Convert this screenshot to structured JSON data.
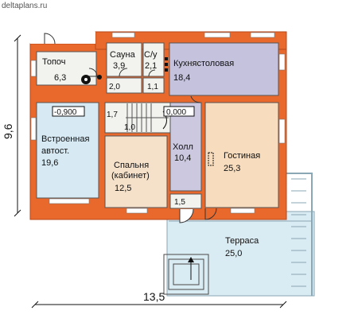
{
  "site_label": "deltaplans.ru",
  "colors": {
    "wall": "#e9692c",
    "wall_edge": "#b8471a",
    "garage": "#d7eaf4",
    "kitchen": "#c4c2dd",
    "living": "#f7dcbd",
    "bedroom": "#f5e0c9",
    "hall": "#ccc8e0",
    "utility": "#f2f2ee",
    "terrace": "#d9ebf3"
  },
  "rooms": {
    "boiler": {
      "name": "Топоч",
      "area": "6,3"
    },
    "sauna": {
      "name": "Сауна",
      "area": "3,9"
    },
    "wc": {
      "name": "С/у",
      "area": "2,1"
    },
    "kitchen": {
      "name": "Кухнястоловая",
      "area": "18,4"
    },
    "garage": {
      "name1": "Встроенная",
      "name2": "автост.",
      "area": "19,6"
    },
    "bedroom": {
      "name1": "Спальня",
      "name2": "(кабинет)",
      "area": "12,5"
    },
    "hall": {
      "name": "Холл",
      "area": "10,4"
    },
    "living": {
      "name": "Гостиная",
      "area": "25,3"
    },
    "terrace": {
      "name": "Терраса",
      "area": "25,0"
    }
  },
  "small_areas": {
    "a20": "2,0",
    "a11": "1,1",
    "a17": "1,7",
    "a10": "1,0",
    "a15": "1,5"
  },
  "levels": {
    "garage": "-0,900",
    "hall": "0,000"
  },
  "dimensions": {
    "width": "13,5",
    "depth": "9,6"
  }
}
